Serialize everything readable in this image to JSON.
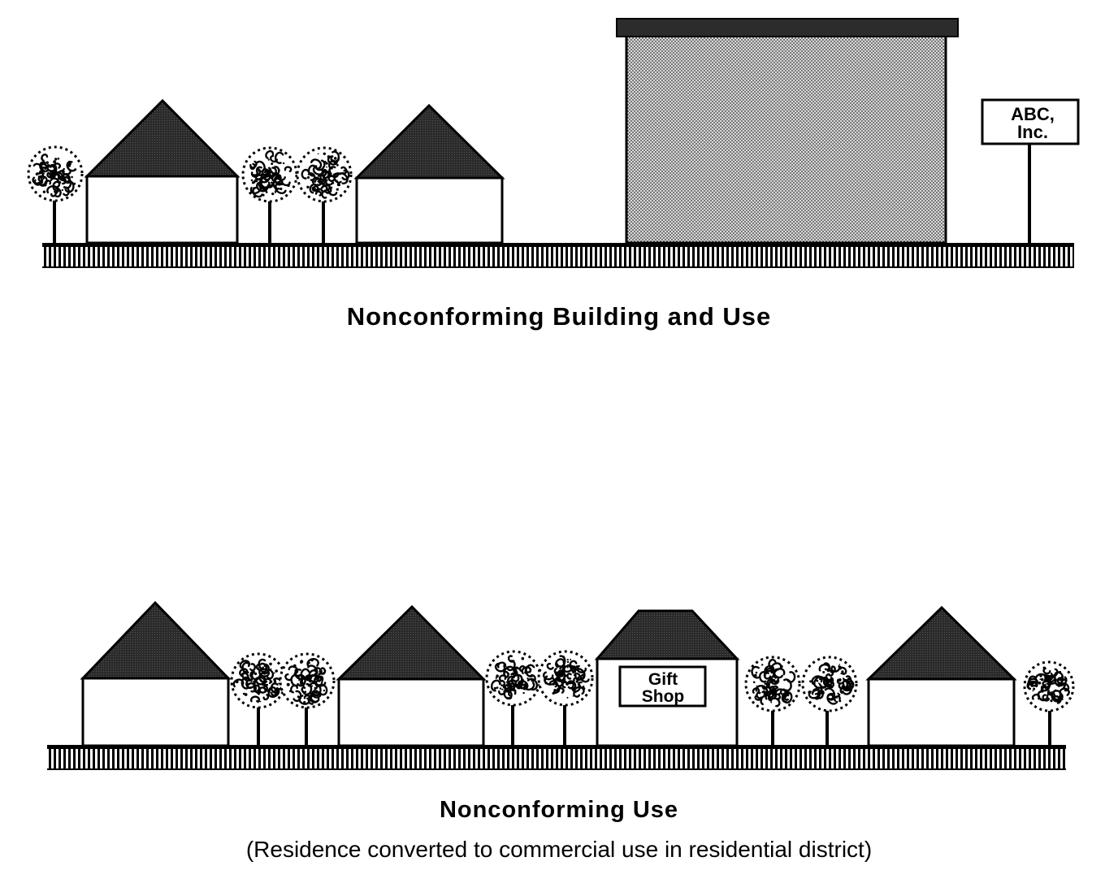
{
  "scene_top": {
    "caption": "Nonconforming Building and Use",
    "sign_lines": [
      "ABC,",
      "Inc."
    ]
  },
  "scene_bottom": {
    "caption": "Nonconforming Use",
    "subcaption": "(Residence converted to commercial use in residential district)",
    "sign_lines": [
      "Gift",
      "Shop"
    ]
  },
  "colors": {
    "ink": "#000000",
    "roof": "#2e2e2e",
    "building": "#b8b8b8",
    "background": "#ffffff"
  }
}
